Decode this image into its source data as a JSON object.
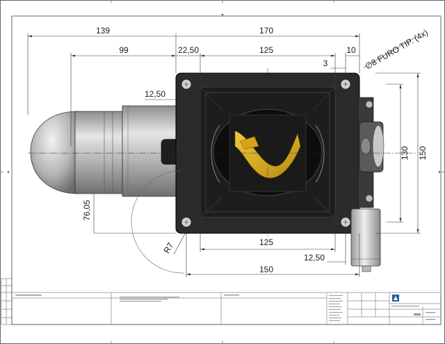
{
  "drawing": {
    "dimensions": {
      "overall_left": "139",
      "overall_right": "170",
      "offset_99": "99",
      "offset_22_50": "22,50",
      "top_125": "125",
      "right_10": "10",
      "right_3": "3",
      "hole_note": "∅8 FURO TIP. (4x)",
      "left_12_50": "12,50",
      "height_130": "130",
      "height_150": "150",
      "pipe_76_05": "76,05",
      "radius_r7": "R7",
      "bottom_125": "125",
      "bottom_12_50": "12,50",
      "bottom_150": "150"
    },
    "colors": {
      "housing": "#2b2b2b",
      "rotor_vane": "#e5b21a",
      "pipe": "#b9b9b9",
      "motor": "#d9d9d9",
      "line": "#333333"
    }
  }
}
